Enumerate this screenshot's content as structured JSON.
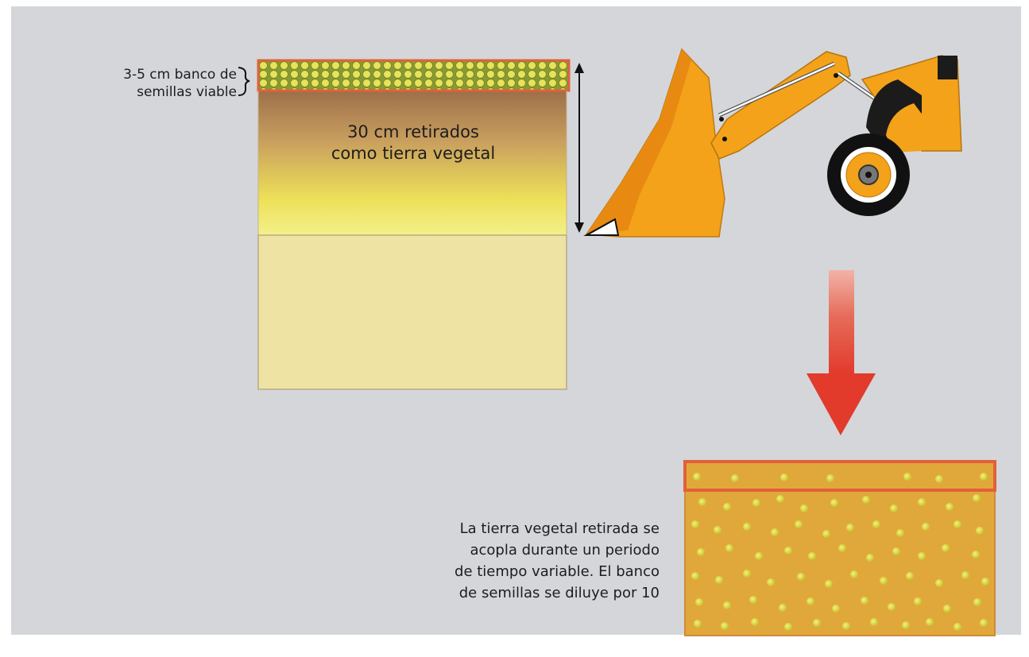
{
  "labels": {
    "seedbank": [
      "3-5 cm banco de",
      "semillas viable"
    ],
    "removed": [
      "30 cm retirados",
      "como tierra vegetal"
    ],
    "caption": [
      "La tierra vegetal retirada se",
      "acopla durante un periodo",
      "de tiempo variable. El banco",
      "de semillas se diluye por 10"
    ]
  },
  "colors": {
    "background": "#d4d6da",
    "seed_layer_border": "#e2603a",
    "seed_fill": "#d8d83c",
    "topsoil_dark": "#9c6f4a",
    "topsoil_light": "#f1ee5a",
    "subsoil": "#efe3a4",
    "loader_body": "#f3a21a",
    "arrow_red": "#e23b2c",
    "stockpile": "#e0a83a"
  },
  "icons": [
    "loader-icon",
    "down-arrow-icon",
    "bracket-icon",
    "double-arrow-icon"
  ]
}
